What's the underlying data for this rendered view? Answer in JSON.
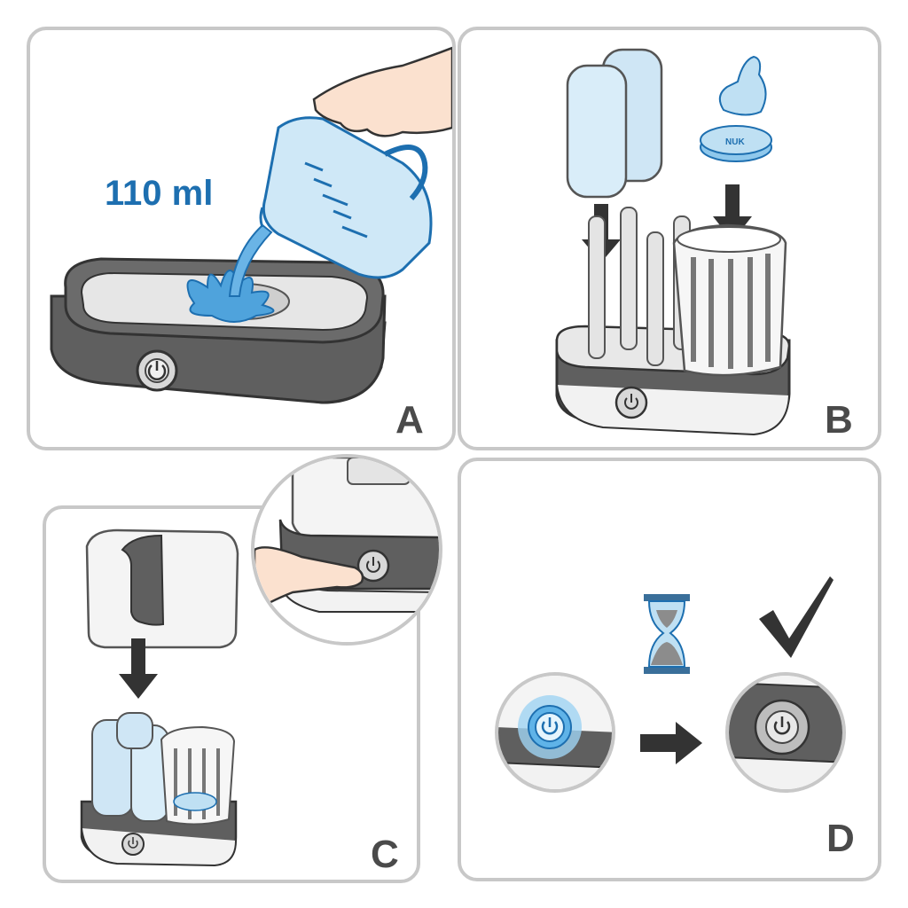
{
  "panels": [
    {
      "letter": "A"
    },
    {
      "letter": "B"
    },
    {
      "letter": "C"
    },
    {
      "letter": "D"
    }
  ],
  "panel_a": {
    "water_amount": "110 ml"
  },
  "panel_b": {
    "ring_brand": "NUK"
  },
  "colors": {
    "water_blue": "#1d6fb0",
    "light_blue": "#bfe0f3",
    "dark_gray": "#5a5a5a",
    "border_gray": "#c8c8c8",
    "letter_gray": "#4a4a4a"
  }
}
